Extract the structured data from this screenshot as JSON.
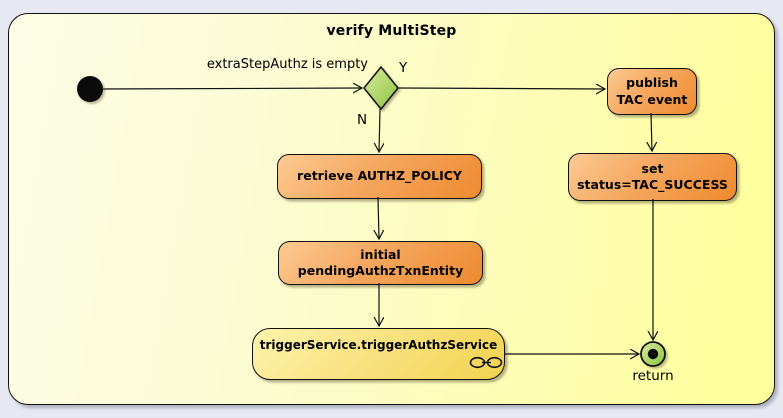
{
  "labels": {
    "title": "verify MultiStep",
    "guard": "extraStepAuthz is empty",
    "yes": "Y",
    "no": "N",
    "return": "return"
  },
  "nodes": {
    "publish": {
      "line1": "publish",
      "line2": "TAC event"
    },
    "set_status": {
      "line1": "set",
      "line2": "status=TAC_SUCCESS"
    },
    "retrieve": {
      "line1": "retrieve AUTHZ_POLICY"
    },
    "initial": {
      "line1": "initial",
      "line2": "pendingAuthzTxnEntity"
    },
    "trigger": {
      "line1": "triggerService.triggerAuthzService",
      "icon": "double-ring-icon"
    }
  },
  "flow": {
    "start": "initial-node",
    "decision_guard": "extraStepAuthz is empty",
    "yes_branch": [
      "publish TAC event",
      "set status=TAC_SUCCESS",
      "return"
    ],
    "no_branch": [
      "retrieve AUTHZ_POLICY",
      "initial pendingAuthzTxnEntity",
      "triggerService.triggerAuthzService",
      "return"
    ]
  },
  "colors": {
    "canvas_bg": "#e7e9f2",
    "frame_fill_left": "#fdfde6",
    "frame_fill_right": "#ffff9d",
    "activity_orange_light": "#fcca92",
    "activity_orange_dark": "#ee8a2f",
    "activity_yellow_light": "#fdf3ac",
    "activity_yellow_dark": "#f2d24f",
    "decision_green_light": "#d9ec9f",
    "decision_green_dark": "#8cc33c",
    "end_node_green": "#9bd24e",
    "line": "#111111"
  }
}
